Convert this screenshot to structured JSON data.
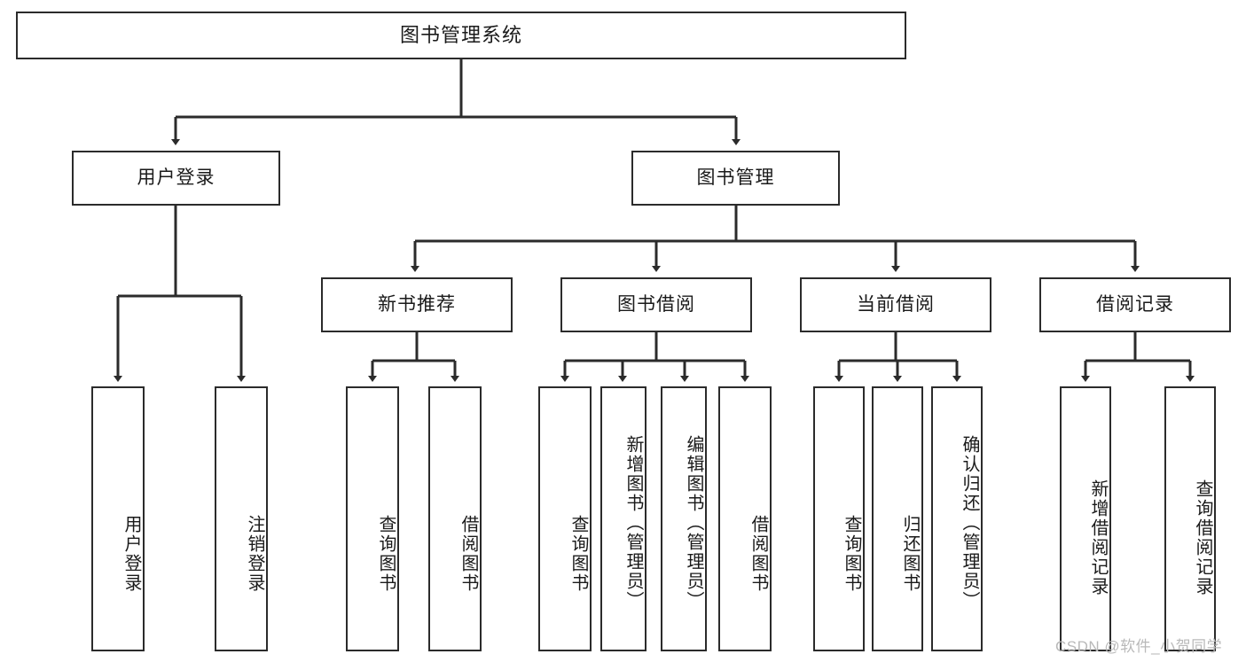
{
  "diagram": {
    "title": "图书管理系统",
    "type": "tree-hierarchy-diagram",
    "root": {
      "label": "图书管理系统"
    },
    "level2": [
      {
        "label": "用户登录"
      },
      {
        "label": "图书管理"
      }
    ],
    "level3": [
      {
        "label": "新书推荐"
      },
      {
        "label": "图书借阅"
      },
      {
        "label": "当前借阅"
      },
      {
        "label": "借阅记录"
      }
    ],
    "leaves": {
      "user_login": [
        {
          "label": "用户登录"
        },
        {
          "label": "注销登录"
        }
      ],
      "new_book_recommend": [
        {
          "label": "查询图书"
        },
        {
          "label": "借阅图书"
        }
      ],
      "book_borrow": [
        {
          "label": "查询图书"
        },
        {
          "label": "新增图书（管理员）"
        },
        {
          "label": "编辑图书（管理员）"
        },
        {
          "label": "借阅图书"
        }
      ],
      "current_borrow": [
        {
          "label": "查询图书"
        },
        {
          "label": "归还图书"
        },
        {
          "label": "确认归还（管理员）"
        }
      ],
      "borrow_record": [
        {
          "label": "新增借阅记录"
        },
        {
          "label": "查询借阅记录"
        }
      ]
    }
  },
  "watermark": {
    "text": "CSDN @软件_小贺同学"
  },
  "colors": {
    "stroke": "#2b2b2b",
    "fill": "#ffffff",
    "text": "#1a1a1a",
    "watermark": "#b9b9b9"
  }
}
